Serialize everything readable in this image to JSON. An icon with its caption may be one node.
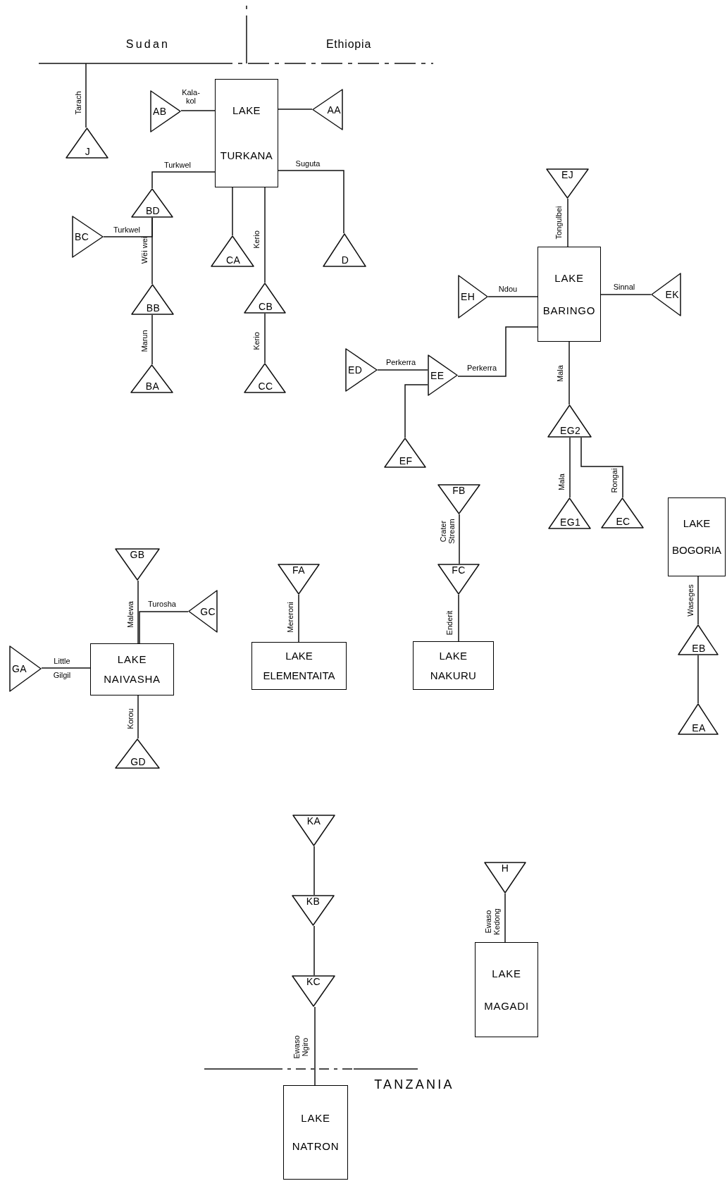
{
  "diagram": {
    "nodes": [
      {
        "text": [
          "J"
        ]
      },
      {
        "text": [
          "AB"
        ]
      },
      {
        "text": [
          "LAKE TURKANA"
        ]
      },
      {
        "text": [
          "AA"
        ]
      },
      {
        "text": [
          "BD"
        ]
      },
      {
        "text": [
          "BC"
        ]
      },
      {
        "text": [
          "CA"
        ]
      },
      {
        "text": [
          "D"
        ]
      },
      {
        "text": [
          "BB"
        ]
      },
      {
        "text": [
          "CB"
        ]
      },
      {
        "text": [
          "BA"
        ]
      },
      {
        "text": [
          "CC"
        ]
      },
      {
        "text": [
          "EJ"
        ]
      },
      {
        "text": [
          "EH"
        ]
      },
      {
        "text": [
          "LAKE BARINGO"
        ]
      },
      {
        "text": [
          "EK"
        ]
      },
      {
        "text": [
          "ED"
        ]
      },
      {
        "text": [
          "EE"
        ]
      },
      {
        "text": [
          "EG2"
        ]
      },
      {
        "text": [
          "EF"
        ]
      },
      {
        "text": [
          "FB"
        ]
      },
      {
        "text": [
          "EG1"
        ]
      },
      {
        "text": [
          "EC"
        ]
      },
      {
        "text": [
          "LAKE BOGORIA"
        ]
      },
      {
        "text": [
          "GB"
        ]
      },
      {
        "text": [
          "FA"
        ]
      },
      {
        "text": [
          "FC"
        ]
      },
      {
        "text": [
          "GC"
        ]
      },
      {
        "text": [
          "GA"
        ]
      },
      {
        "text": [
          "LAKE NAIVASHA"
        ]
      },
      {
        "text": [
          "LAKE ELEMENTAITA"
        ]
      },
      {
        "text": [
          "LAKE NAKURU"
        ]
      },
      {
        "text": [
          "EB"
        ]
      },
      {
        "text": [
          "GD"
        ]
      },
      {
        "text": [
          "EA"
        ]
      },
      {
        "text": [
          "KA"
        ]
      },
      {
        "text": [
          "H"
        ]
      },
      {
        "text": [
          "KB"
        ]
      },
      {
        "text": [
          "LAKE MAGADI"
        ]
      },
      {
        "text": [
          "KC"
        ]
      },
      {
        "text": [
          "LAKE NATRON"
        ]
      }
    ],
    "edges": [
      {
        "from": 0,
        "to": null,
        "arrow": "none",
        "label": "Tarach"
      },
      {
        "from": 1,
        "to": 2,
        "arrow": "none",
        "label": "Kala- kol"
      },
      {
        "from": 3,
        "to": 2,
        "arrow": "none"
      },
      {
        "from": 4,
        "to": 2,
        "arrow": "none",
        "label": "Turkwel"
      },
      {
        "from": 5,
        "to": 4,
        "arrow": "none",
        "label": "Turkwel"
      },
      {
        "from": 8,
        "to": 4,
        "arrow": "none",
        "label": "Wëi wei"
      },
      {
        "from": 10,
        "to": 8,
        "arrow": "none",
        "label": "Marun"
      },
      {
        "from": 6,
        "to": 2,
        "arrow": "none"
      },
      {
        "from": 9,
        "to": 2,
        "arrow": "none",
        "label": "Kerio"
      },
      {
        "from": 11,
        "to": 9,
        "arrow": "none",
        "label": "Kerio"
      },
      {
        "from": 7,
        "to": 2,
        "arrow": "none",
        "label": "Suguta"
      },
      {
        "from": 12,
        "to": 14,
        "arrow": "none",
        "label": "Tongulbei"
      },
      {
        "from": 13,
        "to": 14,
        "arrow": "none",
        "label": "Ndou"
      },
      {
        "from": 15,
        "to": 14,
        "arrow": "none",
        "label": "Sinnal"
      },
      {
        "from": 17,
        "to": 14,
        "arrow": "none",
        "label": "Perkerra"
      },
      {
        "from": 16,
        "to": 17,
        "arrow": "none",
        "label": "Perkerra"
      },
      {
        "from": 19,
        "to": 17,
        "arrow": "none"
      },
      {
        "from": 18,
        "to": 14,
        "arrow": "none",
        "label": "Mala"
      },
      {
        "from": 21,
        "to": 18,
        "arrow": "none",
        "label": "Mala"
      },
      {
        "from": 22,
        "to": 18,
        "arrow": "none",
        "label": "Rongai"
      },
      {
        "from": 20,
        "to": 26,
        "arrow": "none",
        "label": "Crater Stream"
      },
      {
        "from": 26,
        "to": 31,
        "arrow": "none",
        "label": "Enderit"
      },
      {
        "from": 25,
        "to": 30,
        "arrow": "none",
        "label": "Mereroni"
      },
      {
        "from": 32,
        "to": 23,
        "arrow": "none",
        "label": "Waseges"
      },
      {
        "from": 34,
        "to": 32,
        "arrow": "none"
      },
      {
        "from": 24,
        "to": 29,
        "arrow": "none",
        "label": "Malewa"
      },
      {
        "from": 27,
        "to": 29,
        "arrow": "none",
        "label": "Turosha"
      },
      {
        "from": 28,
        "to": 29,
        "arrow": "none",
        "label": "Little Gilgil"
      },
      {
        "from": 33,
        "to": 29,
        "arrow": "none",
        "label": "Korou"
      },
      {
        "from": 35,
        "to": 37,
        "arrow": "none"
      },
      {
        "from": 37,
        "to": 39,
        "arrow": "none"
      },
      {
        "from": 39,
        "to": 40,
        "arrow": "none",
        "label": "Ewaso Ngiro"
      },
      {
        "from": 36,
        "to": 38,
        "arrow": "none",
        "label": "Ewaso Kedong"
      }
    ],
    "labels": [
      "Sudan",
      "Ethiopia",
      "TANZANIA"
    ]
  }
}
